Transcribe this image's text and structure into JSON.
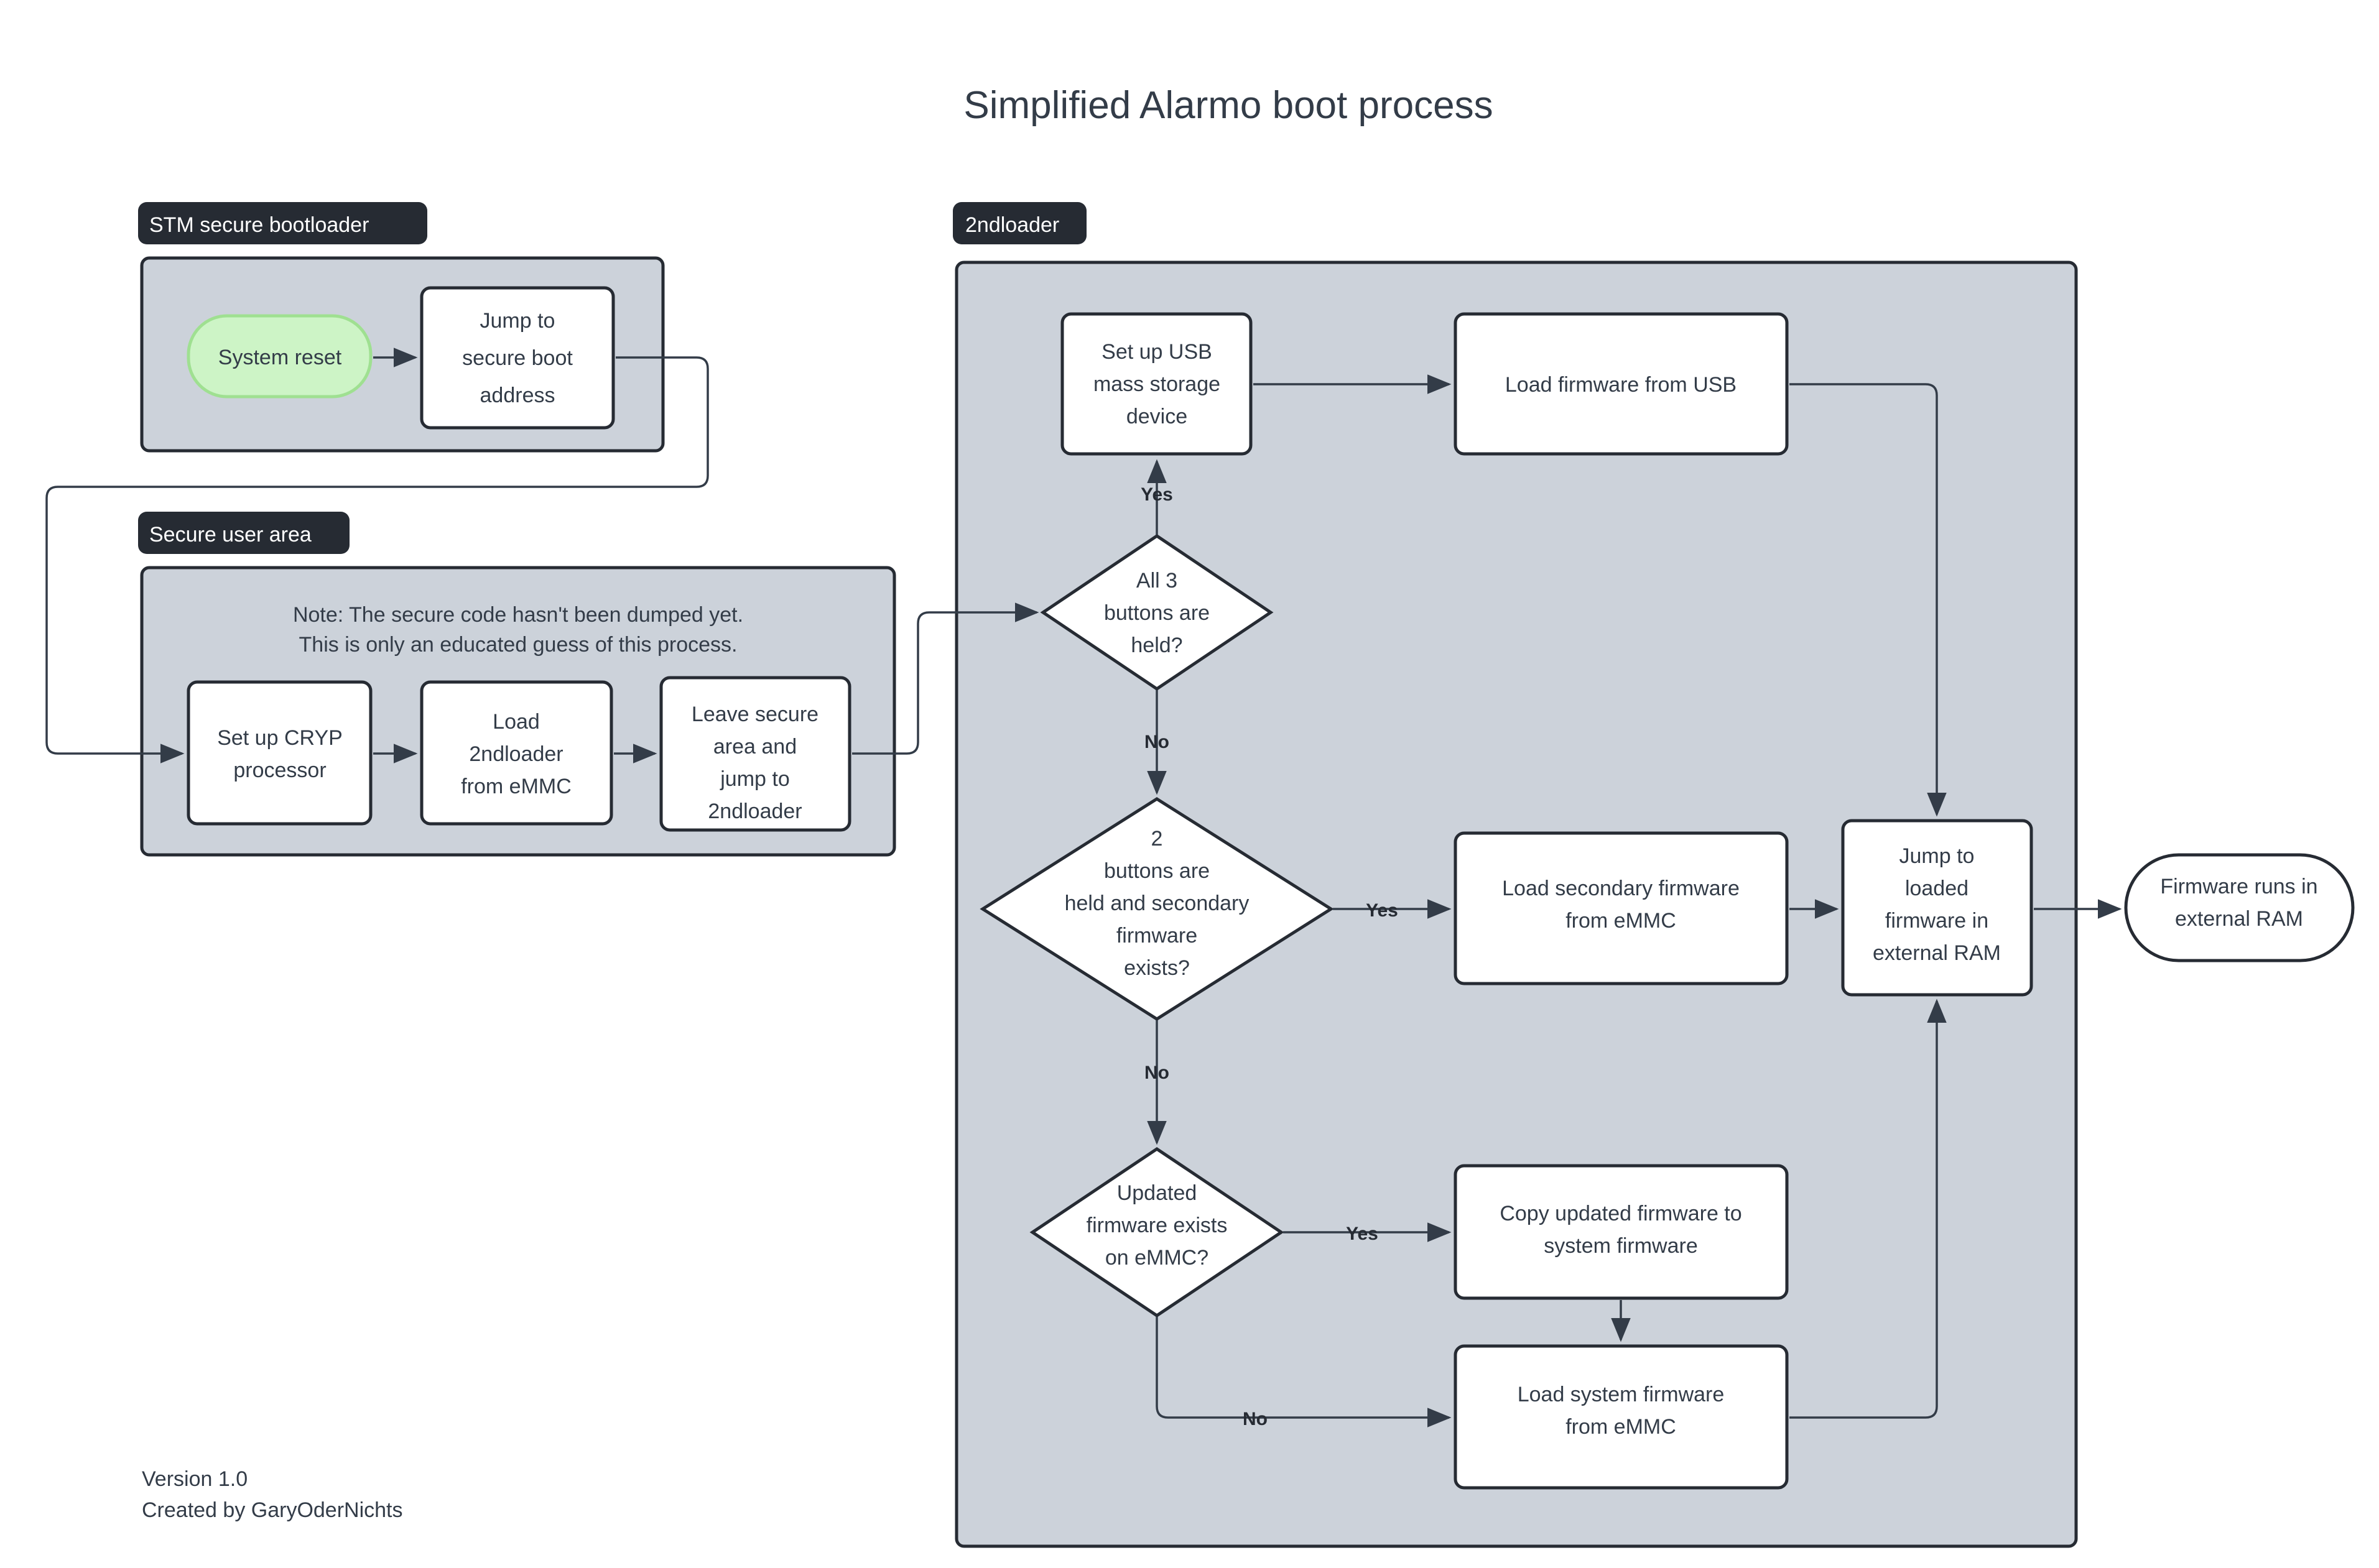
{
  "title": "Simplified Alarmo boot process",
  "footer": {
    "version": "Version 1.0",
    "author": "Created by GaryOderNichts"
  },
  "clusters": [
    {
      "id": "stm",
      "label": "STM secure bootloader"
    },
    {
      "id": "secure",
      "label": "Secure user area"
    },
    {
      "id": "loader",
      "label": "2ndloader"
    }
  ],
  "note": {
    "line1": "Note: The secure code hasn't been dumped yet.",
    "line2": "This is only an educated guess of this process."
  },
  "nodes": {
    "system_reset": "System reset",
    "jump_secure_boot": {
      "l1": "Jump to",
      "l2": "secure boot",
      "l3": "address"
    },
    "setup_cryp": {
      "l1": "Set up CRYP",
      "l2": "processor"
    },
    "load_2ndloader": {
      "l1": "Load",
      "l2": "2ndloader",
      "l3": "from eMMC"
    },
    "leave_secure": {
      "l1": "Leave secure",
      "l2": "area and",
      "l3": "jump to",
      "l4": "2ndloader"
    },
    "setup_usb": {
      "l1": "Set up USB",
      "l2": "mass storage",
      "l3": "device"
    },
    "load_fw_usb": "Load firmware from USB",
    "all3_buttons": {
      "l1": "All 3",
      "l2": "buttons are",
      "l3": "held?"
    },
    "two_buttons": {
      "l1": "2",
      "l2": "buttons are",
      "l3": "held and secondary",
      "l4": "firmware",
      "l5": "exists?"
    },
    "updated_fw": {
      "l1": "Updated",
      "l2": "firmware exists",
      "l3": "on eMMC?"
    },
    "load_secondary": {
      "l1": "Load secondary firmware",
      "l2": "from eMMC"
    },
    "copy_updated": {
      "l1": "Copy updated firmware to",
      "l2": "system firmware"
    },
    "load_system": {
      "l1": "Load system firmware",
      "l2": "from eMMC"
    },
    "jump_loaded": {
      "l1": "Jump to",
      "l2": "loaded",
      "l3": "firmware in",
      "l4": "external RAM"
    },
    "fw_runs": {
      "l1": "Firmware runs in",
      "l2": "external RAM"
    }
  },
  "edge_labels": {
    "yes_usb": "Yes",
    "no_all3": "No",
    "yes_secondary": "Yes",
    "no_two": "No",
    "yes_updated": "Yes",
    "no_updated": "No"
  },
  "colors": {
    "cluster_fill": "#ccd2da",
    "cluster_stroke": "#262b33",
    "label_bg": "#262b33",
    "label_text": "#ffffff",
    "node_fill": "#ffffff",
    "node_stroke": "#262b33",
    "start_node_fill": "#cdf4c6",
    "start_node_stroke": "#9fe091",
    "text": "#333c48",
    "edge": "#333c48",
    "background": "#ffffff"
  },
  "chart_data": {
    "type": "flowchart",
    "title": "Simplified Alarmo boot process",
    "subgraphs": [
      "STM secure bootloader",
      "Secure user area",
      "2ndloader"
    ],
    "flow": [
      {
        "from": "System reset",
        "to": "Jump to secure boot address",
        "label": ""
      },
      {
        "from": "Jump to secure boot address",
        "to": "Set up CRYP processor",
        "label": ""
      },
      {
        "from": "Set up CRYP processor",
        "to": "Load 2ndloader from eMMC",
        "label": ""
      },
      {
        "from": "Load 2ndloader from eMMC",
        "to": "Leave secure area and jump to 2ndloader",
        "label": ""
      },
      {
        "from": "Leave secure area and jump to 2ndloader",
        "to": "All 3 buttons are held?",
        "label": ""
      },
      {
        "from": "All 3 buttons are held?",
        "to": "Set up USB mass storage device",
        "label": "Yes"
      },
      {
        "from": "Set up USB mass storage device",
        "to": "Load firmware from USB",
        "label": ""
      },
      {
        "from": "Load firmware from USB",
        "to": "Jump to loaded firmware in external RAM",
        "label": ""
      },
      {
        "from": "All 3 buttons are held?",
        "to": "2 buttons are held and secondary firmware exists?",
        "label": "No"
      },
      {
        "from": "2 buttons are held and secondary firmware exists?",
        "to": "Load secondary firmware from eMMC",
        "label": "Yes"
      },
      {
        "from": "Load secondary firmware from eMMC",
        "to": "Jump to loaded firmware in external RAM",
        "label": ""
      },
      {
        "from": "2 buttons are held and secondary firmware exists?",
        "to": "Updated firmware exists on eMMC?",
        "label": "No"
      },
      {
        "from": "Updated firmware exists on eMMC?",
        "to": "Copy updated firmware to system firmware",
        "label": "Yes"
      },
      {
        "from": "Copy updated firmware to system firmware",
        "to": "Load system firmware from eMMC",
        "label": ""
      },
      {
        "from": "Updated firmware exists on eMMC?",
        "to": "Load system firmware from eMMC",
        "label": "No"
      },
      {
        "from": "Load system firmware from eMMC",
        "to": "Jump to loaded firmware in external RAM",
        "label": ""
      },
      {
        "from": "Jump to loaded firmware in external RAM",
        "to": "Firmware runs in external RAM",
        "label": ""
      }
    ]
  }
}
